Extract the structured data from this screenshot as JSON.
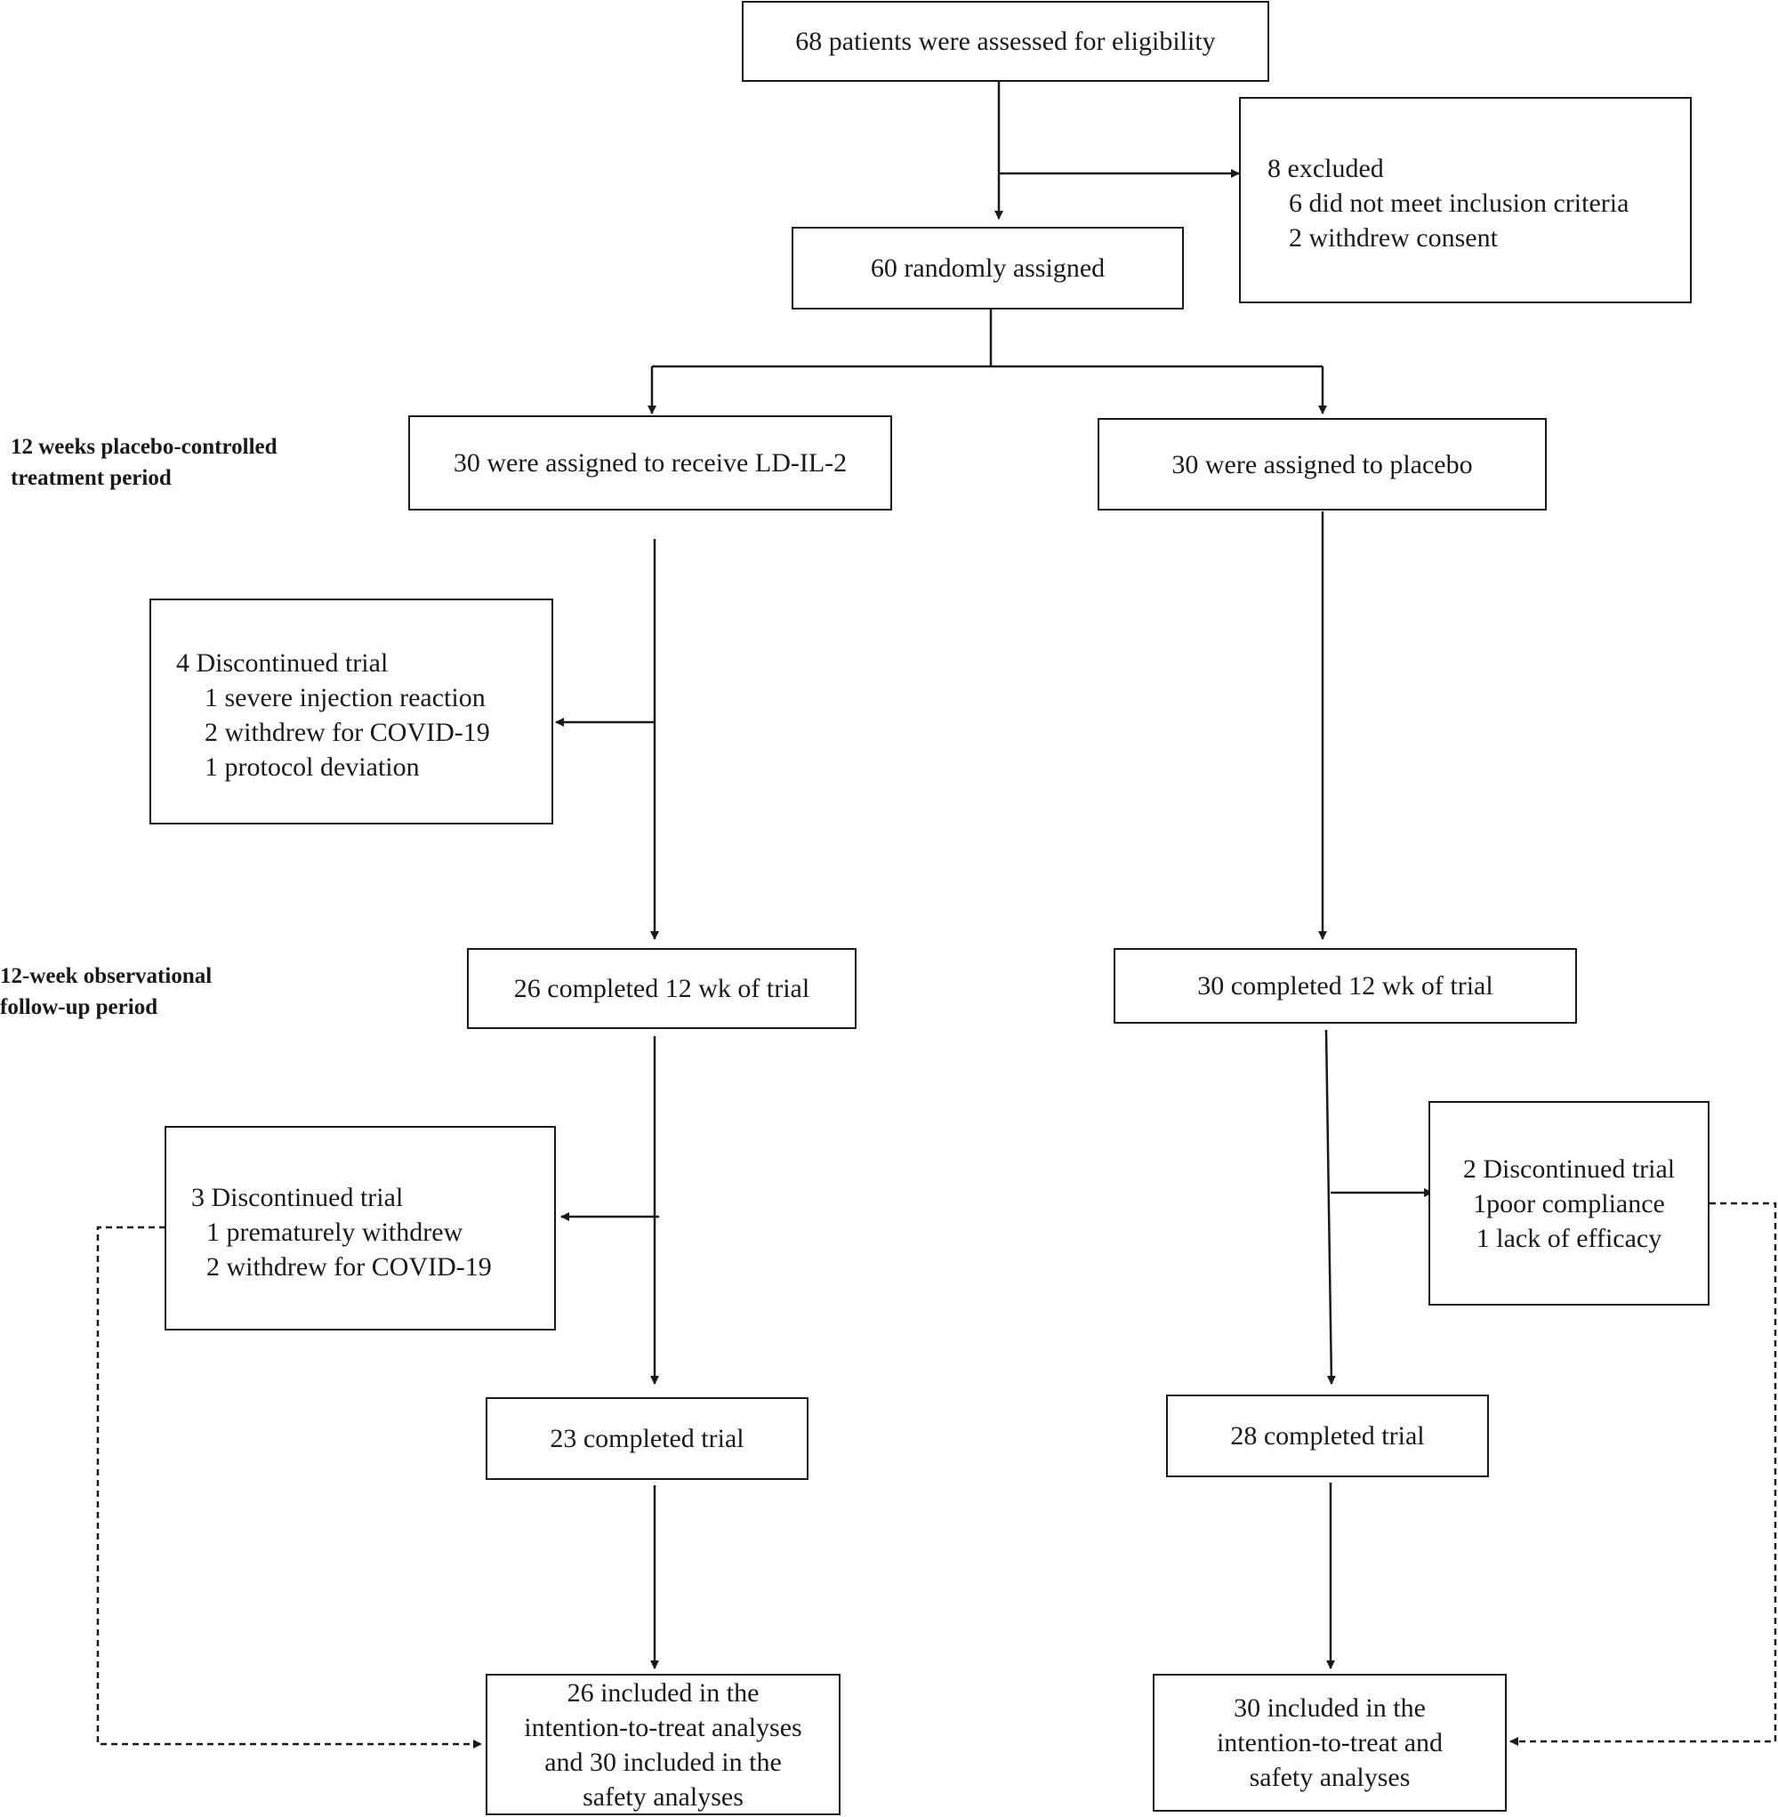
{
  "flow": {
    "screening": "68 patients were assessed for eligibility",
    "excluded": {
      "title": "8 excluded",
      "items": [
        "6 did not meet inclusion criteria",
        "2 withdrew consent"
      ]
    },
    "randomized": "60 randomly assigned",
    "phases": {
      "treatment": [
        "12 weeks placebo-controlled",
        "treatment period"
      ],
      "followup": [
        "12-week observational",
        "follow-up period"
      ]
    },
    "ldil2_arm": {
      "assigned": "30 were assigned to receive LD-IL-2",
      "discontinued_treatment": {
        "title": "4 Discontinued trial",
        "items": [
          "1 severe injection reaction",
          "2 withdrew for COVID-19",
          "1 protocol deviation"
        ]
      },
      "completed_12wk": "26 completed 12 wk of trial",
      "discontinued_followup": {
        "title": "3 Discontinued trial",
        "items": [
          "1 prematurely withdrew",
          "2 withdrew for COVID-19"
        ]
      },
      "completed_trial": "23 completed trial",
      "analysis": [
        "26 included in the",
        "intention-to-treat analyses",
        "and 30 included in the",
        "safety analyses"
      ]
    },
    "placebo_arm": {
      "assigned": "30 were assigned to placebo",
      "completed_12wk": "30 completed 12 wk of trial",
      "discontinued_followup": {
        "title": "2 Discontinued trial",
        "items": [
          "1poor compliance",
          "1 lack of efficacy"
        ]
      },
      "completed_trial": "28 completed trial",
      "analysis": [
        "30 included in the",
        "intention-to-treat and",
        "safety analyses"
      ]
    }
  }
}
